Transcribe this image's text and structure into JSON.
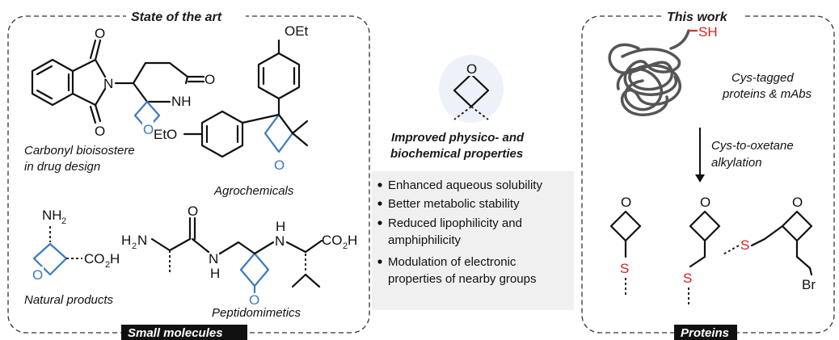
{
  "left_panel": {
    "header": "State of the art",
    "footer": "Small molecules",
    "captions": {
      "carbonyl": [
        "Carbonyl bioisostere",
        "in drug design"
      ],
      "agro": "Agrochemicals",
      "natural": "Natural products",
      "peptido": "Peptidomimetics"
    }
  },
  "center": {
    "title_lines": [
      "Improved physico- and",
      "biochemical properties"
    ],
    "bullets": [
      "Enhanced aqueous solubility",
      "Better metabolic stability",
      "Reduced lipophilicity and",
      "amphiphilicity",
      "Modulation of electronic",
      "properties of nearby groups"
    ]
  },
  "right_panel": {
    "header": "This work",
    "footer": "Proteins",
    "protein_caption": [
      "Cys-tagged",
      "proteins & mAbs"
    ],
    "arrow_caption": [
      "Cys-to-oxetane",
      "alkylation"
    ],
    "thiol_label": "SH"
  },
  "atoms": {
    "O": "O",
    "N": "N",
    "NH": "NH",
    "H": "H",
    "OEt": "OEt",
    "EtO": "EtO",
    "NH2": "NH",
    "sub2": "2",
    "CO2H": "CO",
    "S": "S",
    "Br": "Br",
    "H2N": "H"
  },
  "colors": {
    "oxetane": "#3b7bbf",
    "sulfur": "#d62020",
    "panel_border": "#333333"
  }
}
